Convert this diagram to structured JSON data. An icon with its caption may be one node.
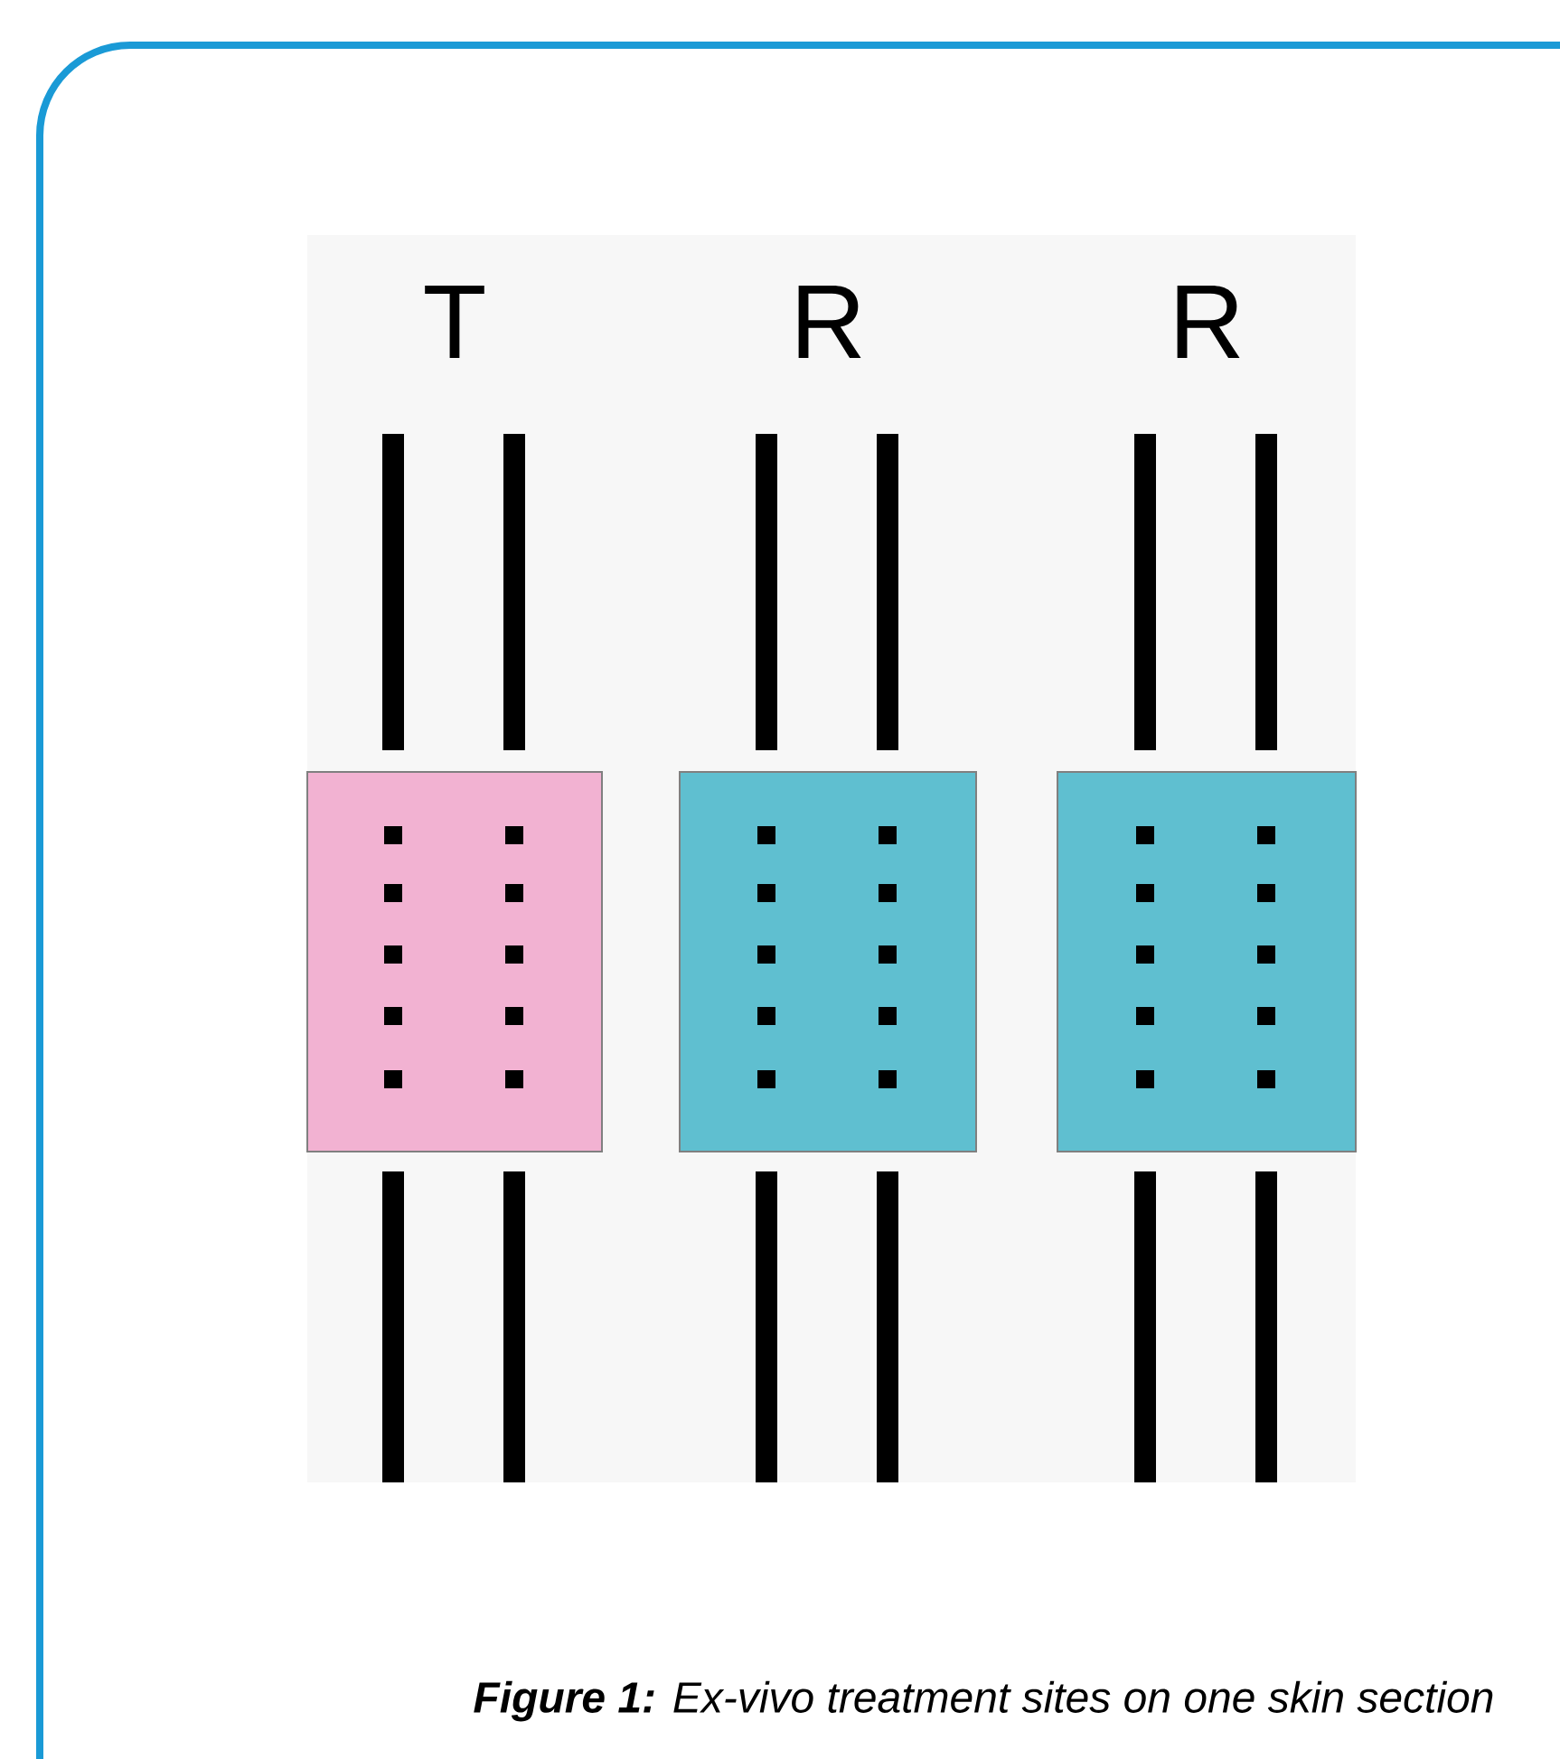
{
  "diagram": {
    "caption": "**Figure 1:** Ex-vivo treatment sites on one skin section",
    "nodes": [
      {
        "text": [
          "T"
        ]
      },
      {
        "text": [
          "R"
        ]
      },
      {
        "text": [
          "R"
        ]
      }
    ]
  }
}
